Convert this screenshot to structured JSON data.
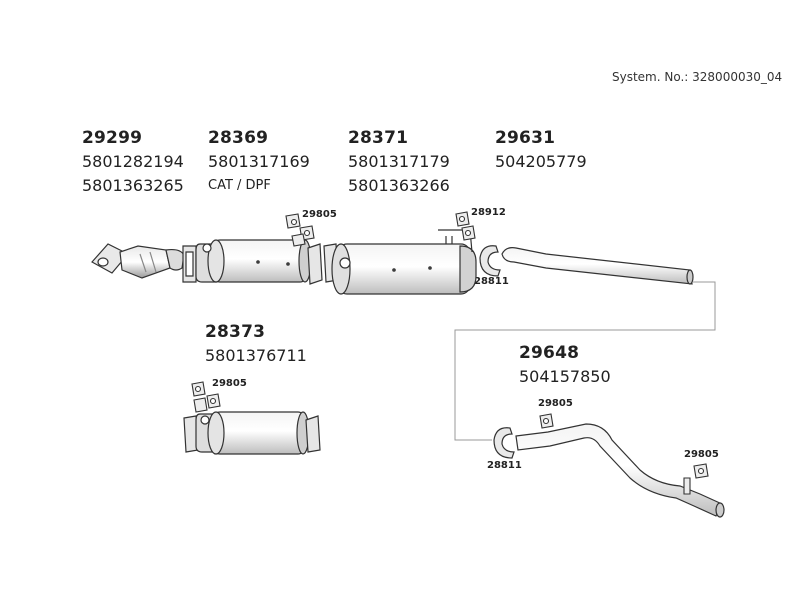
{
  "system_label": "System. No.: 328000030_04",
  "groups": [
    {
      "ref": "29299",
      "oem": [
        "5801282194",
        "5801363265"
      ]
    },
    {
      "ref": "28369",
      "oem": [
        "5801317169"
      ],
      "note": "CAT / DPF"
    },
    {
      "ref": "28371",
      "oem": [
        "5801317179",
        "5801363266"
      ]
    },
    {
      "ref": "29631",
      "oem": [
        "504205779"
      ]
    },
    {
      "ref": "28373",
      "oem": [
        "5801376711"
      ]
    },
    {
      "ref": "29648",
      "oem": [
        "504157850"
      ]
    }
  ],
  "small_labels": {
    "a": "29805",
    "b": "28912",
    "c": "28811",
    "d": "29805",
    "e": "29805",
    "f": "28811",
    "g": "29805"
  }
}
